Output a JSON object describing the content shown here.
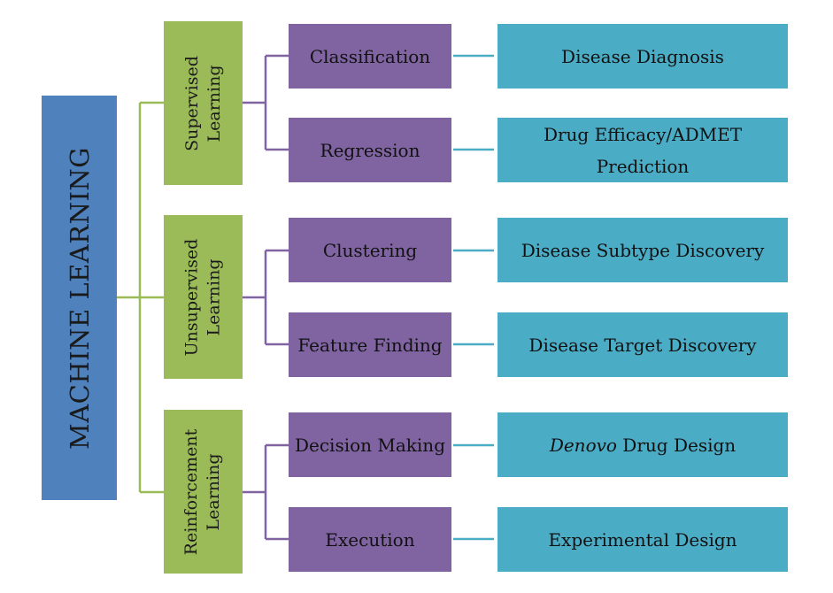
{
  "root": {
    "label": "MACHINE LEARNING"
  },
  "categories": [
    {
      "line1": "Supervised",
      "line2": "Learning"
    },
    {
      "line1": "Unsupervised",
      "line2": "Learning"
    },
    {
      "line1": "Reinforcement",
      "line2": "Learning"
    }
  ],
  "methods": [
    {
      "label": "Classification"
    },
    {
      "label": "Regression"
    },
    {
      "label": "Clustering"
    },
    {
      "label": "Feature Finding"
    },
    {
      "label": "Decision Making"
    },
    {
      "label": "Execution"
    }
  ],
  "applications": [
    {
      "label": "Disease Diagnosis"
    },
    {
      "line1": "Drug Efficacy/ADMET",
      "line2": "Prediction"
    },
    {
      "label": "Disease Subtype Discovery"
    },
    {
      "label": "Disease Target Discovery"
    },
    {
      "italic": "Denovo",
      "rest": " Drug Design"
    },
    {
      "label": "Experimental Design"
    }
  ],
  "colors": {
    "root": "#4f81bd",
    "category": "#9bbb59",
    "method": "#8064a2",
    "application": "#4bacc6"
  }
}
